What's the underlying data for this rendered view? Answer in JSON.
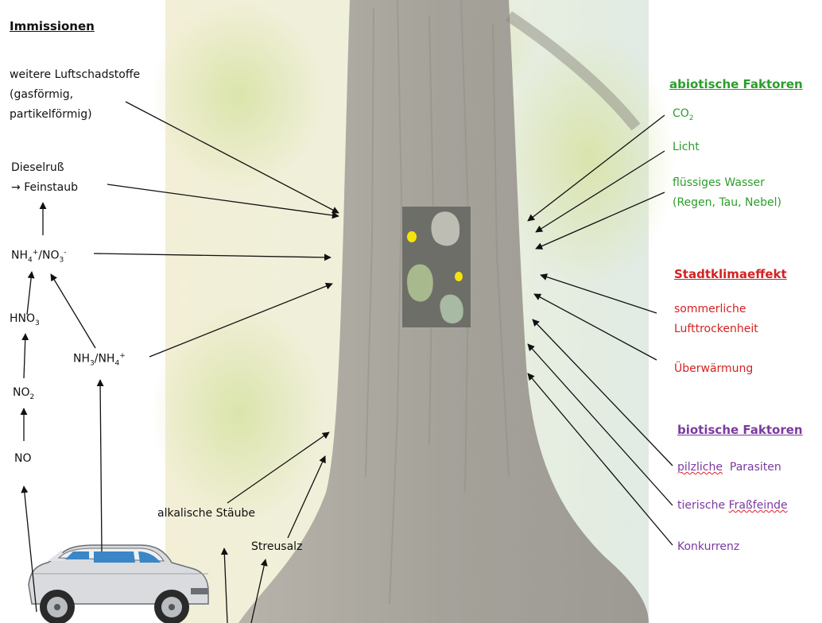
{
  "left": {
    "heading": "Immissionen",
    "weitere_line1": "weitere Luftschadstoffe",
    "weitere_line2": "(gasförmig,",
    "weitere_line3": "partikelförmig)",
    "diesel_line1": "Dieselruß",
    "diesel_line2": "Feinstaub",
    "nh4no3": {
      "a": "NH",
      "a_sub": "4",
      "a_sup": "+",
      "sep": "/NO",
      "b_sub": "3",
      "b_sup": "-"
    },
    "hno3": {
      "a": "HNO",
      "a_sub": "3"
    },
    "no2": {
      "a": "NO",
      "a_sub": "2"
    },
    "no": "NO",
    "nh3nh4": {
      "a": "NH",
      "a_sub": "3",
      "sep": "/NH",
      "b_sub": "4",
      "b_sup": "+"
    }
  },
  "bottom": {
    "alkalische": "alkalische Stäube",
    "streusalz": "Streusalz"
  },
  "right": {
    "abiotic_heading": "abiotische Faktoren",
    "co2": {
      "a": "CO",
      "a_sub": "2"
    },
    "licht": "Licht",
    "wasser_line1": "flüssiges Wasser",
    "wasser_line2": "(Regen, Tau, Nebel)",
    "stadt_heading": "Stadtklimaeffekt",
    "sommer_line1": "sommerliche",
    "sommer_line2": "Lufttrockenheit",
    "ueber": "Überwärmung",
    "biotic_heading": "biotische Faktoren",
    "pilz_a": "pilzliche",
    "pilz_b": "Parasiten",
    "tier_a": "tierische",
    "tier_b": "Fraßfeinde",
    "konkurrenz": "Konkurrenz"
  },
  "colors": {
    "abiotic": "#2c9d2c",
    "stadt": "#d42222",
    "biotic": "#7b3aa0"
  }
}
